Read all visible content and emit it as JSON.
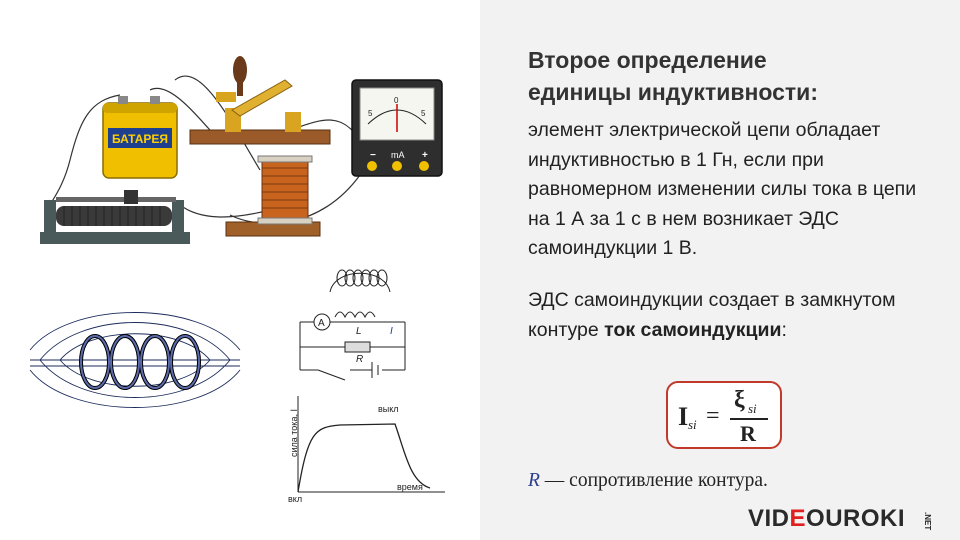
{
  "slide": {
    "title_line1": "Второе определение",
    "title_line2": "единицы индуктивности:",
    "definition": "элемент электрической цепи обладает индуктивностью в 1 Гн, если при равномерном изменении силы тока в цепи на 1 А за 1 с в нем возникает ЭДС самоиндукции 1 В.",
    "para2_start": "ЭДС самоиндукции создает в замкнутом контуре ",
    "para2_bold": "ток самоиндукции",
    "para2_end": ":",
    "formula": {
      "lhs_letter": "I",
      "lhs_sub": "si",
      "numerator_letter": "ξ",
      "numerator_sub": "si",
      "denominator": "R",
      "equals": "="
    },
    "resistance_symbol": "R",
    "resistance_text": " — сопротивление контура."
  },
  "illustration": {
    "battery_label": "БАТАРЕЯ",
    "meter_unit": "mA",
    "meter_minus": "−",
    "meter_plus": "+",
    "meter_scale_left": "5",
    "meter_scale_center": "0",
    "meter_scale_right": "5",
    "circuit_ammeter": "A",
    "circuit_L": "L",
    "circuit_R": "R",
    "circuit_I": "I",
    "graph_ylabel": "сила тока, I",
    "graph_xlabel": "время",
    "graph_on": "вкл",
    "graph_off": "выкл"
  },
  "logo": {
    "part1": "VID",
    "part2": "E",
    "part3": "OUROKI",
    "suffix": ".NET"
  },
  "colors": {
    "formula_border": "#c0392b",
    "logo_accent": "#e02020",
    "right_panel": "#f2f2f2"
  }
}
